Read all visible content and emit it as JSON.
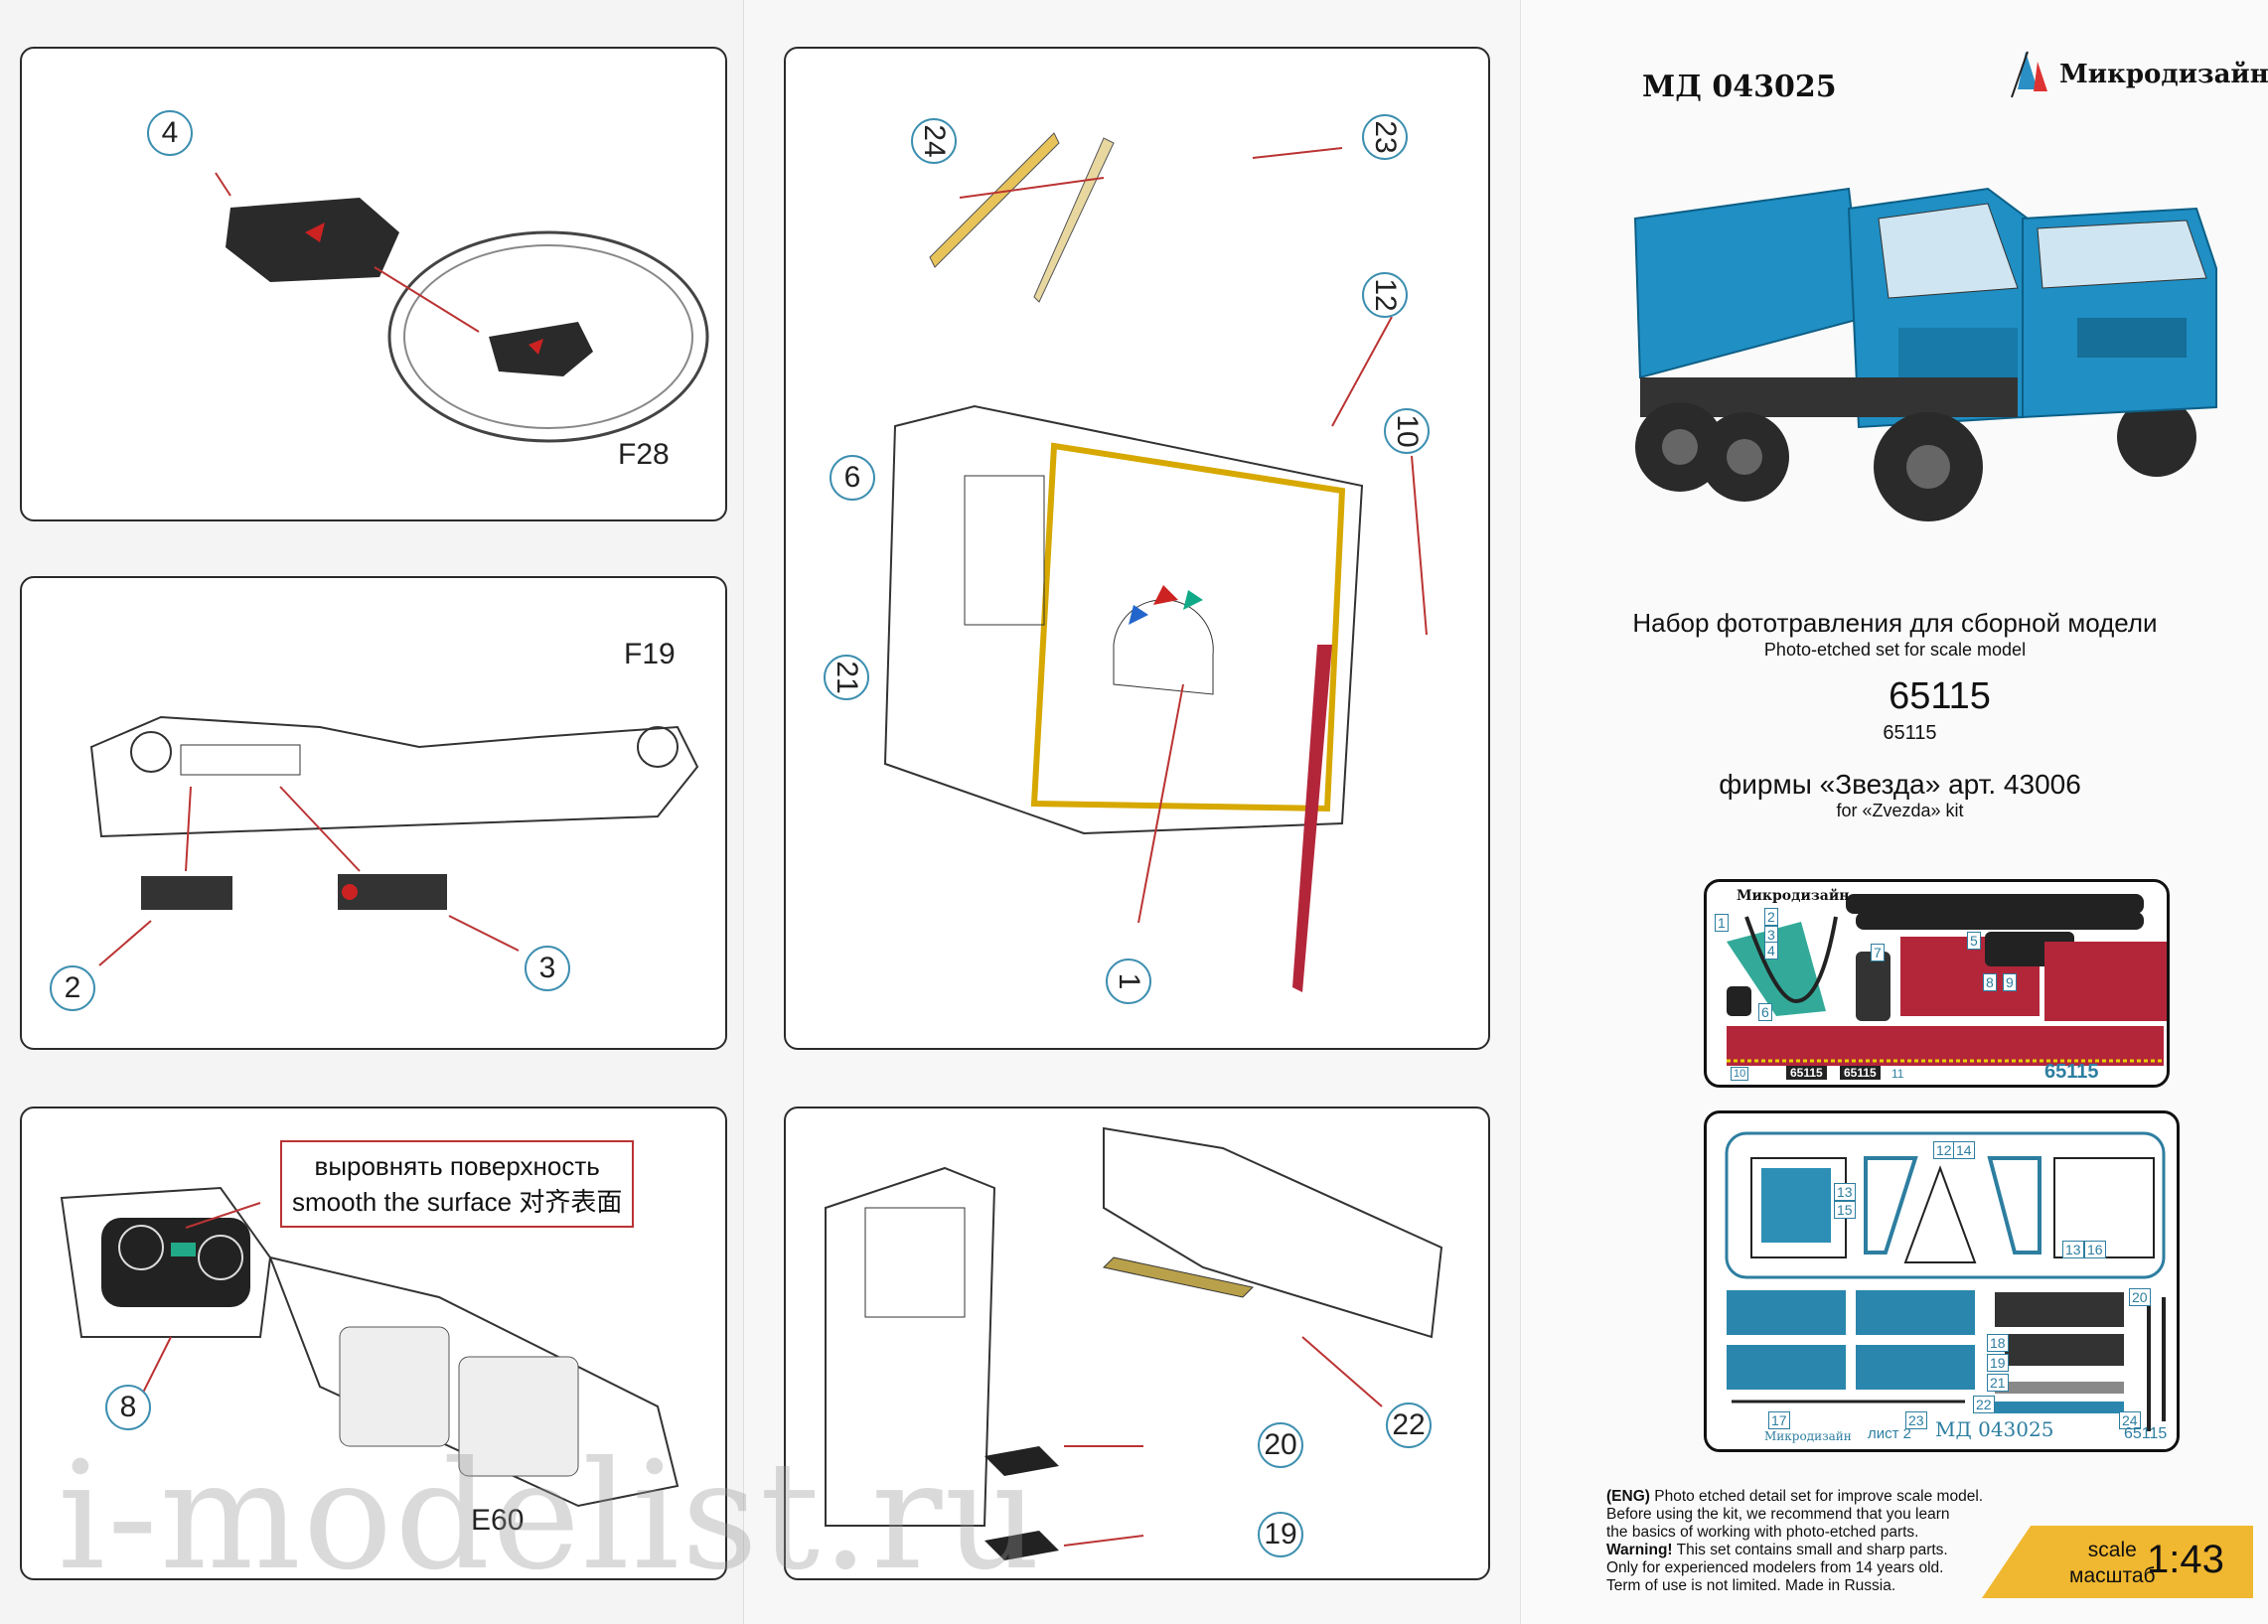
{
  "left_column": {
    "steering_panel": {
      "callout": "4",
      "kit_ref": "F28"
    },
    "dashboard_panel": {
      "kit_ref": "F19",
      "callouts": [
        "2",
        "3"
      ]
    },
    "instrument_panel": {
      "note_ru": "выровнять поверхность",
      "note_en_cn": "smooth the surface 对齐表面",
      "callout": "8",
      "kit_ref": "E60"
    }
  },
  "middle_column": {
    "cab_front_panel": {
      "callouts": {
        "c24": "24",
        "c23": "23",
        "c12": "12",
        "c10": "10",
        "c6": "6",
        "c21": "21",
        "c1": "1"
      }
    },
    "cab_side_panel": {
      "callouts": {
        "c20": "20",
        "c22": "22",
        "c19": "19"
      }
    }
  },
  "watermark": "i-modelist.ru",
  "right_column": {
    "article": "МД 043025",
    "brand": "Микродизайн",
    "title_ru": "Набор фототравления для сборной модели",
    "title_en": "Photo-etched set for scale model",
    "model_main": "65115",
    "model_sub": "65115",
    "kit_ru": "фирмы «Звезда» арт. 43006",
    "kit_en": "for «Zvezda» kit",
    "fret1": {
      "brand": "Микродизайн",
      "part_numbers": [
        "1",
        "2",
        "3",
        "4",
        "5",
        "6",
        "7",
        "8",
        "9",
        "10",
        "11"
      ],
      "plates": [
        "65115",
        "65115"
      ],
      "model": "65115"
    },
    "fret2": {
      "part_numbers": [
        "12",
        "14",
        "13",
        "15",
        "13",
        "16",
        "20",
        "18",
        "19",
        "21",
        "22",
        "17",
        "23",
        "24"
      ],
      "brand": "Микродизайн",
      "sheet": "лист 2",
      "article": "МД 043025",
      "model": "65115"
    },
    "disclaimer": {
      "eng_label": "(ENG)",
      "line1": "Photo etched detail set for improve scale model.",
      "line2": "Before using the kit, we recommend that you learn",
      "line3": "the basics of working with photo-etched parts.",
      "warning_label": "Warning!",
      "line4": "This set contains small and sharp parts.",
      "line5": "Only for experienced modelers from 14 years old.",
      "line6": "Term of use is not limited. Made in Russia."
    },
    "scale": {
      "label_en": "scale",
      "label_ru": "масштаб",
      "value": "1:43"
    },
    "colors": {
      "accent_blue": "#3d8fb0",
      "truck_blue": "#1f8fc4",
      "scale_yellow": "#f0b730",
      "decal_red": "#b3263a"
    }
  }
}
